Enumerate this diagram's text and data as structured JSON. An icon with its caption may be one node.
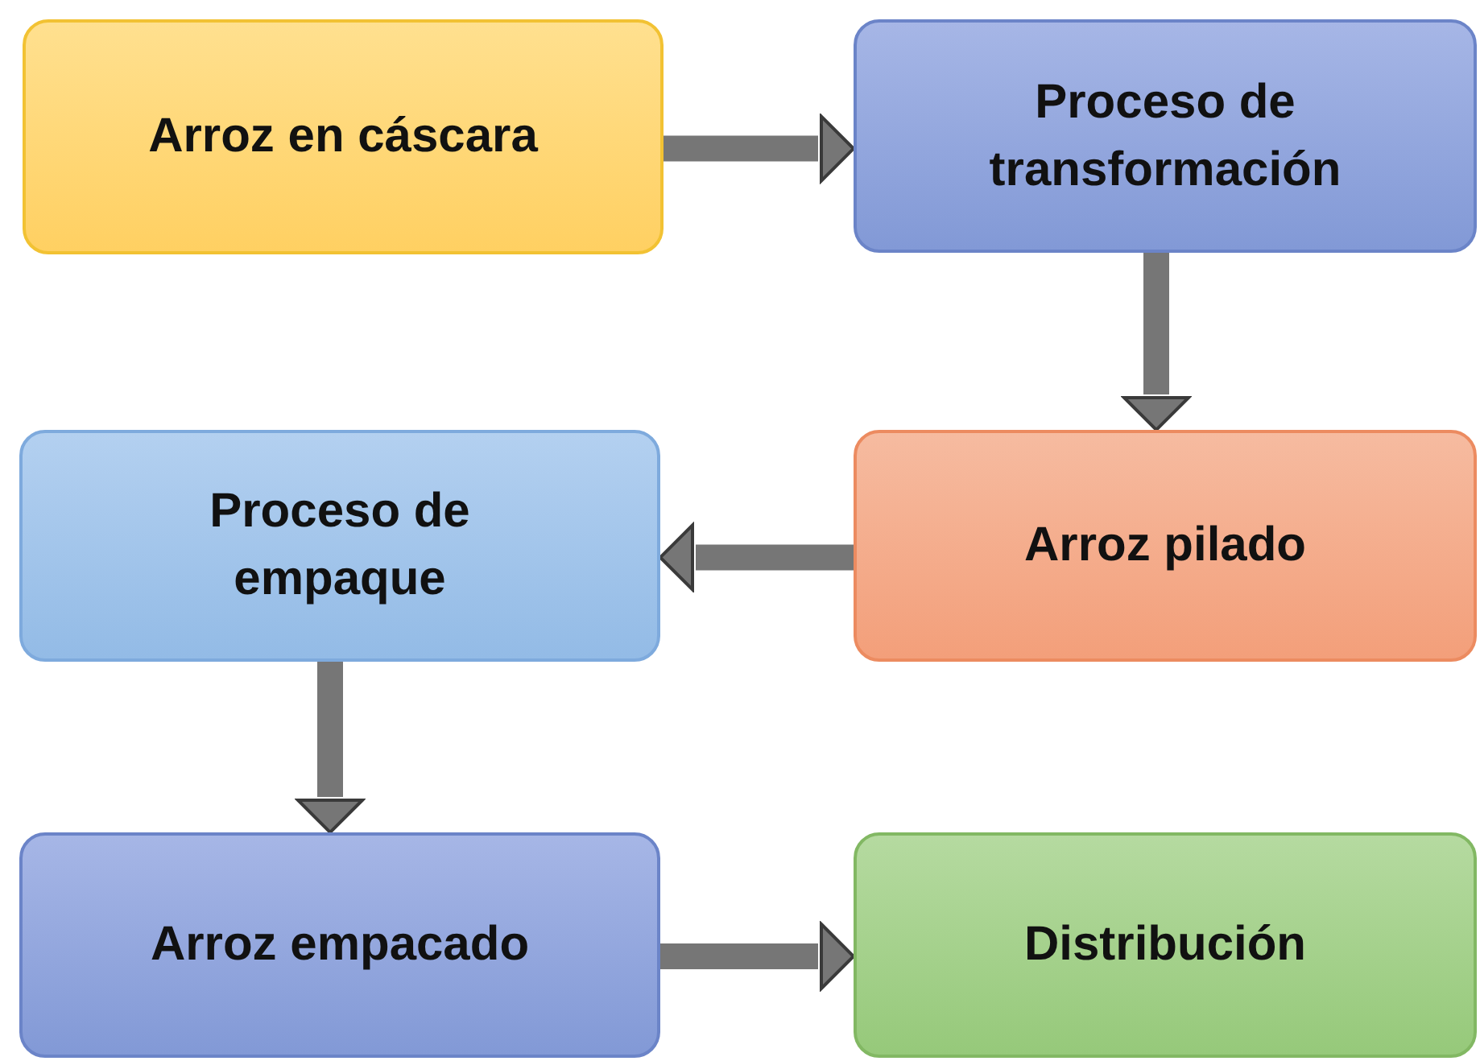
{
  "diagram": {
    "nodes": [
      {
        "text": [
          "Arroz en cáscara"
        ]
      },
      {
        "text": [
          "Proceso de transformación"
        ]
      },
      {
        "text": [
          "Arroz pilado"
        ]
      },
      {
        "text": [
          "Proceso de empaque"
        ]
      },
      {
        "text": [
          "Arroz empacado"
        ]
      },
      {
        "text": [
          "Distribución"
        ]
      }
    ],
    "edges": [
      {
        "from": 0,
        "to": 1,
        "arrow": "to"
      },
      {
        "from": 1,
        "to": 2,
        "arrow": "to"
      },
      {
        "from": 2,
        "to": 3,
        "arrow": "to"
      },
      {
        "from": 3,
        "to": 4,
        "arrow": "to"
      },
      {
        "from": 4,
        "to": 5,
        "arrow": "to"
      }
    ]
  }
}
